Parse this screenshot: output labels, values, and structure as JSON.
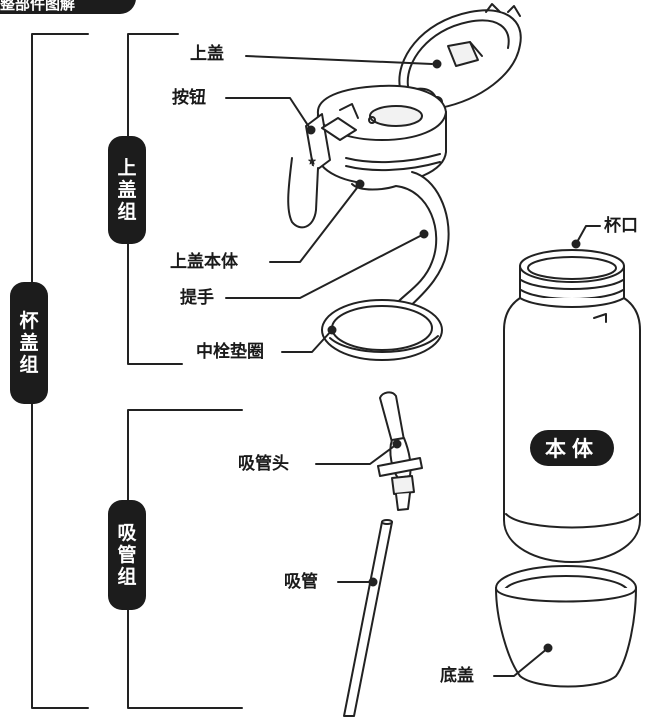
{
  "header": {
    "badge_text": "整部件图解"
  },
  "groups": {
    "cup_lid_group": [
      "杯",
      "盖",
      "组"
    ],
    "lid_group": [
      "上",
      "盖",
      "组"
    ],
    "straw_group": [
      "吸",
      "管",
      "组"
    ]
  },
  "labels": {
    "lid": "上盖",
    "button": "按钮",
    "lid_body": "上盖本体",
    "handle": "提手",
    "seal_ring": "中栓垫圈",
    "straw_head": "吸管头",
    "straw": "吸管",
    "cup_mouth": "杯口",
    "base_cap": "底盖"
  },
  "body_badge": "本体",
  "colors": {
    "ink": "#1c1c1c",
    "line": "#222222",
    "fill": "#ffffff",
    "shade": "#f2f2f2"
  }
}
